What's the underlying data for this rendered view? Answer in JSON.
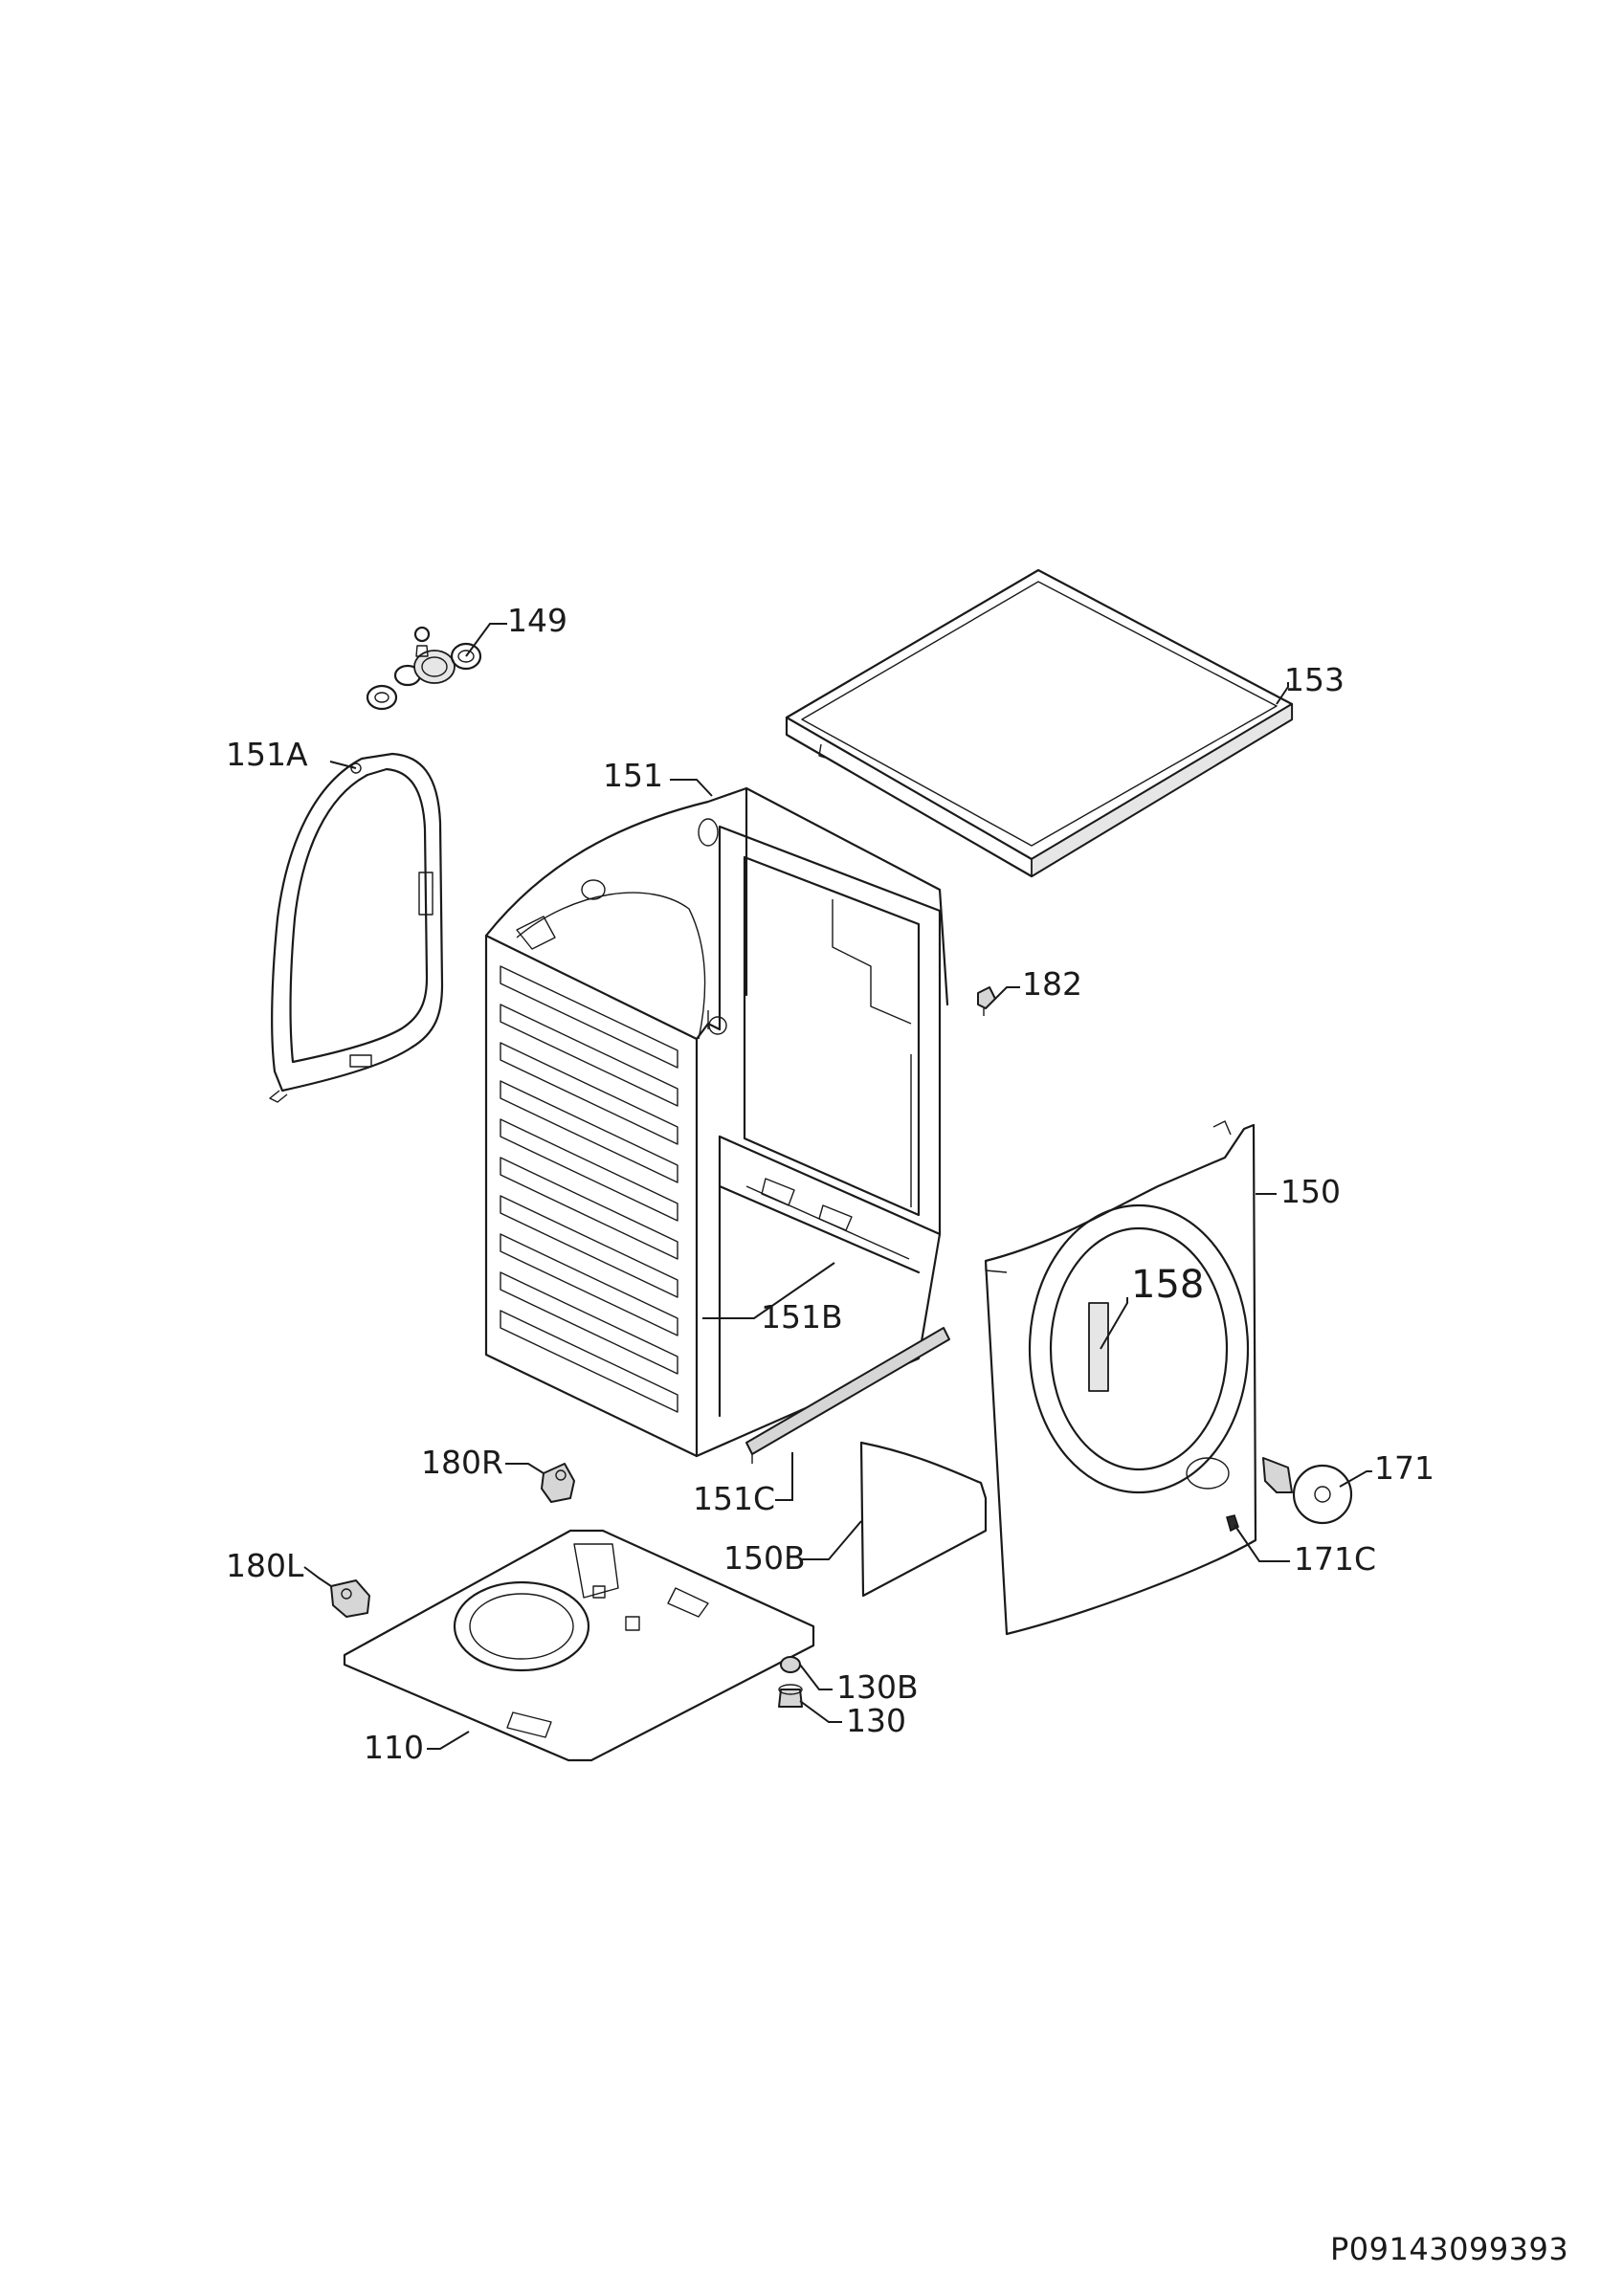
{
  "document_code": "P09143099393",
  "part_labels": {
    "p149": "149",
    "p151A": "151A",
    "p151": "151",
    "p153": "153",
    "p182": "182",
    "p150": "150",
    "p158": "158",
    "p151B": "151B",
    "p180R": "180R",
    "p151C": "151C",
    "p150B": "150B",
    "p171": "171",
    "p171C": "171C",
    "p180L": "180L",
    "p130B": "130B",
    "p130": "130",
    "p110": "110"
  }
}
